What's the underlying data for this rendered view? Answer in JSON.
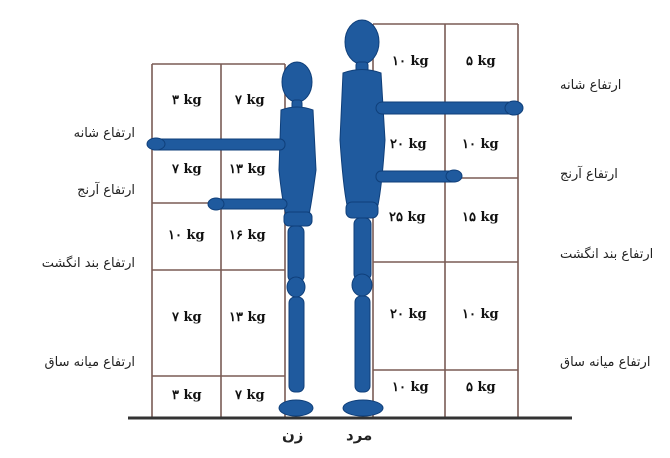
{
  "colors": {
    "figure": "#1f5a9e",
    "figure_dark": "#0f3f7a",
    "grid": "#7a5c55",
    "ground": "#333333"
  },
  "labels_left": {
    "shoulder": "ارتفاع شانه",
    "elbow": "ارتفاع آرنج",
    "knuckle": "ارتفاع بند انگشت",
    "midshin": "ارتفاع میانه ساق"
  },
  "labels_right": {
    "shoulder": "ارتفاع شانه",
    "elbow": "ارتفاع آرنج",
    "knuckle": "ارتفاع بند انگشت",
    "midshin": "ارتفاع میانه ساق"
  },
  "woman": {
    "caption": "زن",
    "rows": [
      {
        "outer": "۳ kg",
        "inner": "۷ kg"
      },
      {
        "outer": "۷ kg",
        "inner": "۱۳ kg"
      },
      {
        "outer": "۱۰ kg",
        "inner": "۱۶ kg"
      },
      {
        "outer": "۷ kg",
        "inner": "۱۳ kg"
      },
      {
        "outer": "۳ kg",
        "inner": "۷ kg"
      }
    ]
  },
  "man": {
    "caption": "مرد",
    "rows": [
      {
        "inner": "۱۰ kg",
        "outer": "۵ kg"
      },
      {
        "inner": "۲۰ kg",
        "outer": "۱۰ kg"
      },
      {
        "inner": "۲۵ kg",
        "outer": "۱۵ kg"
      },
      {
        "inner": "۲۰ kg",
        "outer": "۱۰ kg"
      },
      {
        "inner": "۱۰ kg",
        "outer": "۵ kg"
      }
    ]
  }
}
